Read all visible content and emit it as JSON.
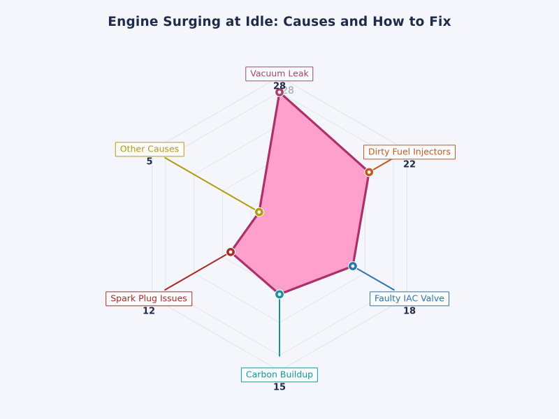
{
  "page": {
    "background_color": "#f4f6fb"
  },
  "title": {
    "text": "Engine Surging at Idle: Causes and How to Fix",
    "color": "#1e2b49"
  },
  "chart_data": {
    "type": "radar",
    "title": "Engine Surging at Idle: Causes and How to Fix",
    "categories": [
      "Vacuum Leak",
      "Dirty Fuel Injectors",
      "Faulty IAC Valve",
      "Carbon Buildup",
      "Spark Plug Issues",
      "Other Causes"
    ],
    "values": [
      28,
      22,
      18,
      15,
      12,
      5
    ],
    "category_colors": [
      "#a8436c",
      "#c05a20",
      "#2c74b0",
      "#17949c",
      "#a82b27",
      "#b39b10"
    ],
    "value_label_color": "#1e2b49",
    "fill_color": "#ff9fcc",
    "outline_color": "#ad3068",
    "marker_center_color": "#ffffff",
    "grid_color": "#e1e5ee",
    "grid_shape": "hexagon",
    "legend": "none",
    "radial_axis": {
      "min": 0,
      "max": 31.3,
      "grid_values": [
        7,
        14,
        21,
        28
      ],
      "visible_tick_label": "28",
      "tick_label_color": "#9aa2b3"
    }
  }
}
